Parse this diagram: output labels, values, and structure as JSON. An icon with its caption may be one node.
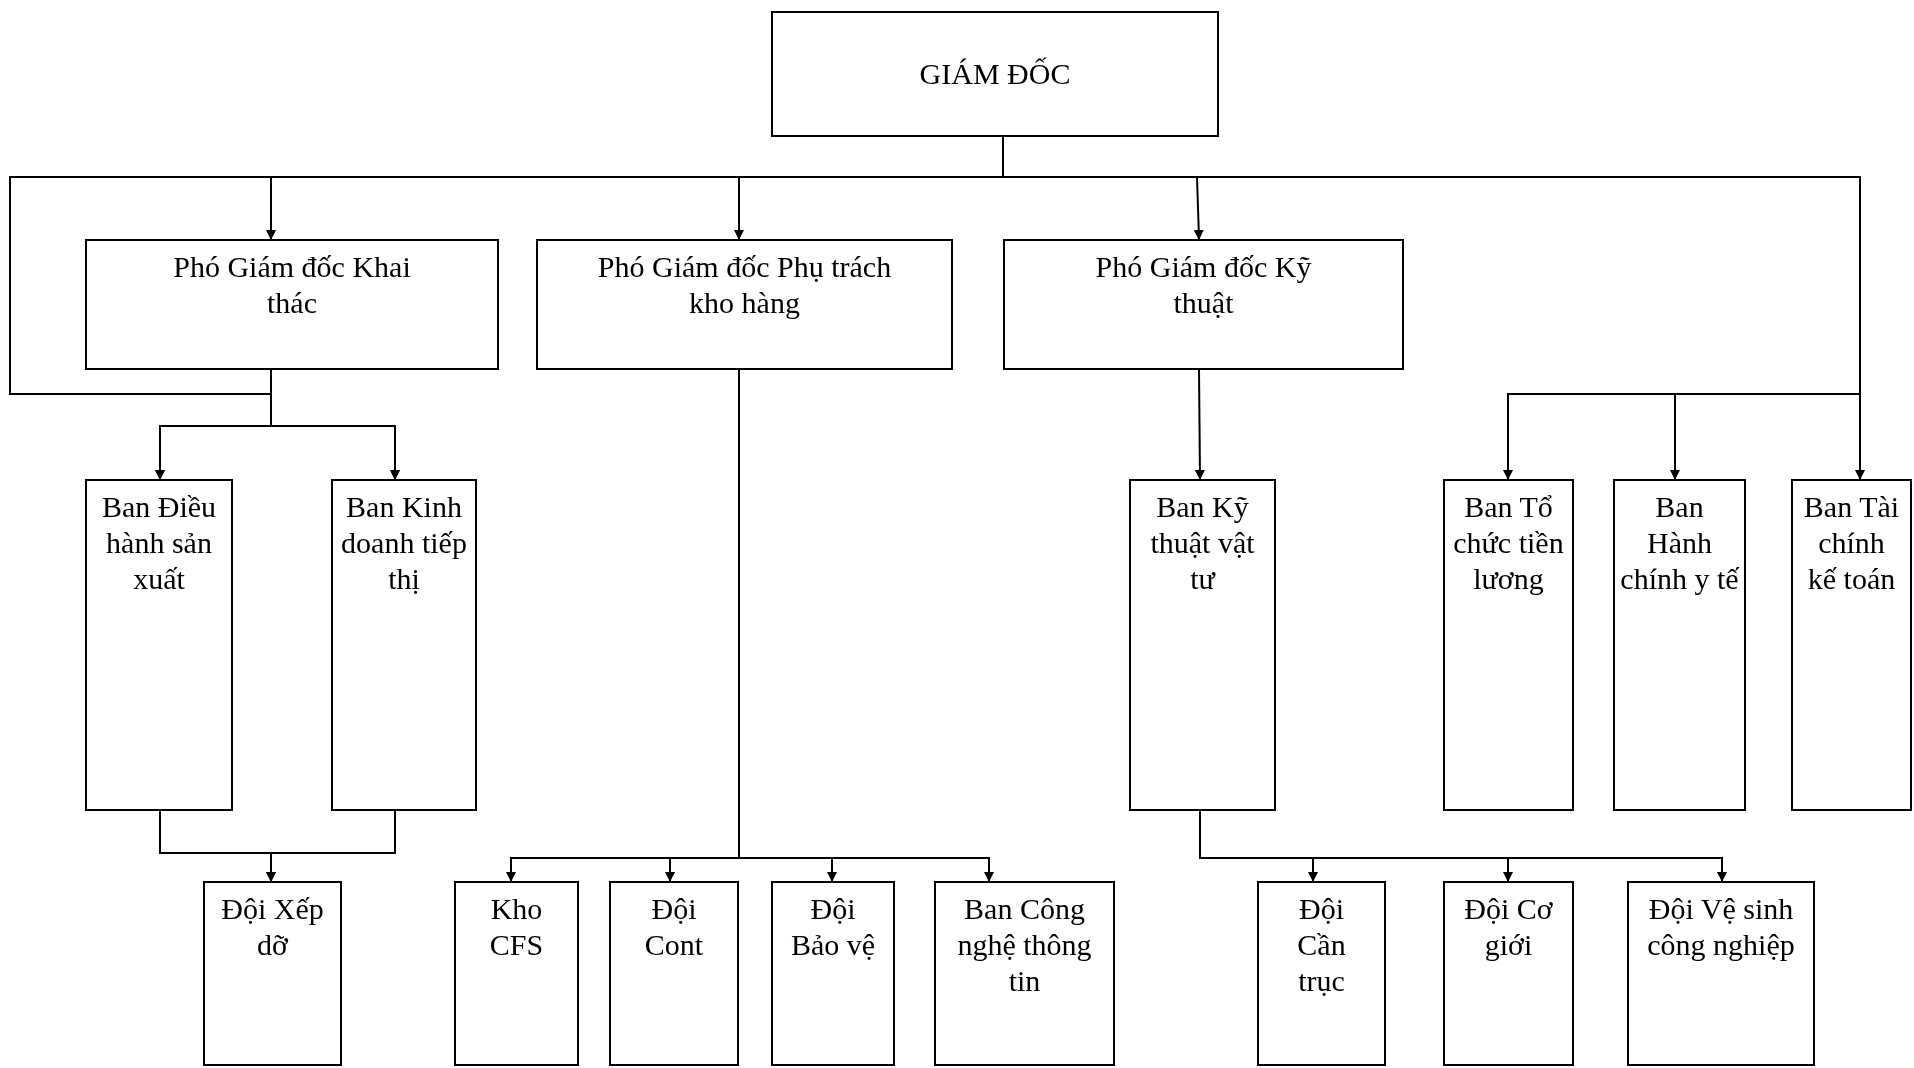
{
  "diagram": {
    "nodes": [
      {
        "text": [
          "GIÁM ĐỐC"
        ]
      },
      {
        "text": [
          "Phó Giám đốc Khai thác"
        ]
      },
      {
        "text": [
          "Phó Giám đốc Phụ trách kho hàng"
        ]
      },
      {
        "text": [
          "Phó Giám đốc Kỹ thuật"
        ]
      },
      {
        "text": [
          "Ban Điều hành sản xuất"
        ]
      },
      {
        "text": [
          "Ban Kinh doanh tiếp thị"
        ]
      },
      {
        "text": [
          "Ban Kỹ thuật vật tư"
        ]
      },
      {
        "text": [
          "Ban Tổ chức tiền lương"
        ]
      },
      {
        "text": [
          "Ban Hành chính y tế"
        ]
      },
      {
        "text": [
          "Ban Tài chính kế toán"
        ]
      },
      {
        "text": [
          "Đội Xếp dỡ"
        ]
      },
      {
        "text": [
          "Kho CFS"
        ]
      },
      {
        "text": [
          "Đội Cont"
        ]
      },
      {
        "text": [
          "Đội Bảo vệ"
        ]
      },
      {
        "text": [
          "Ban Công nghệ thông tin"
        ]
      },
      {
        "text": [
          "Đội Cần trục"
        ]
      },
      {
        "text": [
          "Đội Cơ giới"
        ]
      },
      {
        "text": [
          "Đội Vệ sinh công nghiệp"
        ]
      }
    ],
    "edges": [
      {
        "from": 0,
        "to": 1,
        "arrow": "to"
      },
      {
        "from": 0,
        "to": 2,
        "arrow": "to"
      },
      {
        "from": 0,
        "to": 3,
        "arrow": "to"
      },
      {
        "from": 0,
        "to": 4,
        "arrow": "to"
      },
      {
        "from": 0,
        "to": 5,
        "arrow": "to"
      },
      {
        "from": 0,
        "to": 7,
        "arrow": "to"
      },
      {
        "from": 0,
        "to": 8,
        "arrow": "to"
      },
      {
        "from": 0,
        "to": 9,
        "arrow": "to"
      },
      {
        "from": 1,
        "to": 4,
        "arrow": "to"
      },
      {
        "from": 1,
        "to": 5,
        "arrow": "to"
      },
      {
        "from": 4,
        "to": 10,
        "arrow": "to"
      },
      {
        "from": 5,
        "to": 10,
        "arrow": "to"
      },
      {
        "from": 2,
        "to": 11,
        "arrow": "to"
      },
      {
        "from": 2,
        "to": 12,
        "arrow": "to"
      },
      {
        "from": 2,
        "to": 13,
        "arrow": "to"
      },
      {
        "from": 2,
        "to": 14,
        "arrow": "to"
      },
      {
        "from": 3,
        "to": 6,
        "arrow": "to"
      },
      {
        "from": 6,
        "to": 15,
        "arrow": "to"
      },
      {
        "from": 6,
        "to": 16,
        "arrow": "to"
      },
      {
        "from": 6,
        "to": 17,
        "arrow": "to"
      }
    ]
  }
}
